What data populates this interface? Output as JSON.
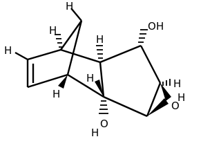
{
  "molecule": {
    "atoms": {
      "h_bridge": "H",
      "h_top_left": "H",
      "h_alkene": "H",
      "h_bottom_left": "H",
      "h_ring_top": "H",
      "h_ring_bottom": "H",
      "oh_top_h": "H",
      "oh_top_o": "O",
      "oh_bottom_h": "H",
      "oh_bottom_o": "O",
      "epoxide_o": "O",
      "epoxide_h_top": "H",
      "epoxide_h_bottom": "H"
    }
  }
}
